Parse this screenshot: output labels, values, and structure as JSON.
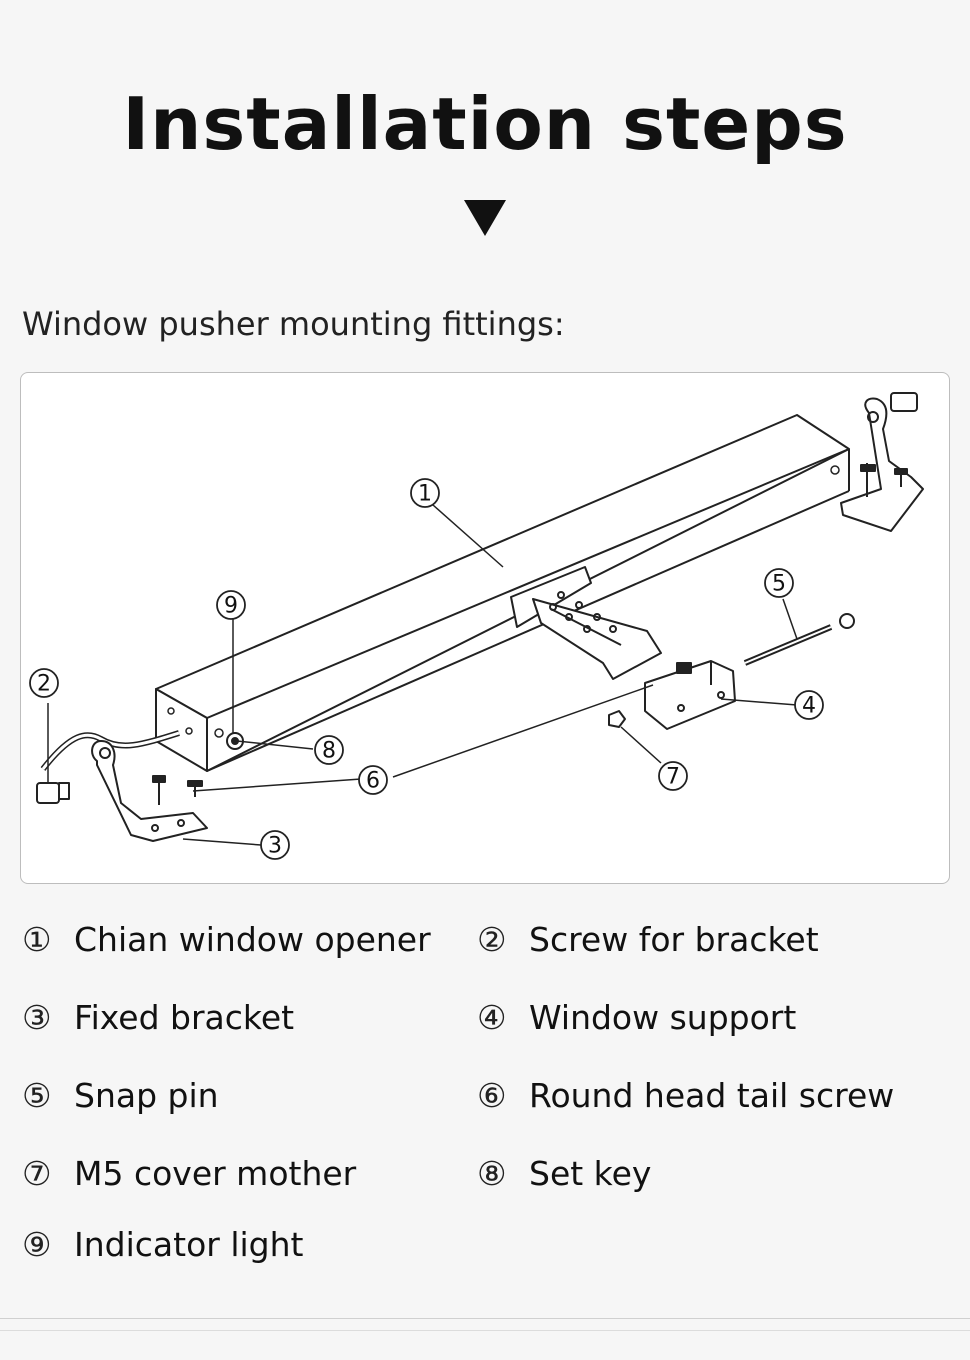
{
  "title": "Installation steps",
  "subtitle": "Window pusher mounting fittings:",
  "callouts": [
    "1",
    "2",
    "3",
    "4",
    "5",
    "6",
    "7",
    "8",
    "9"
  ],
  "legend": [
    {
      "num": "①",
      "label": "Chian window opener"
    },
    {
      "num": "②",
      "label": "Screw for bracket"
    },
    {
      "num": "③",
      "label": "Fixed bracket"
    },
    {
      "num": "④",
      "label": "Window support"
    },
    {
      "num": "⑤",
      "label": "Snap pin"
    },
    {
      "num": "⑥",
      "label": "Round head tail screw"
    },
    {
      "num": "⑦",
      "label": "M5 cover mother"
    },
    {
      "num": "⑧",
      "label": "Set key"
    },
    {
      "num": "⑨",
      "label": "Indicator light"
    }
  ]
}
